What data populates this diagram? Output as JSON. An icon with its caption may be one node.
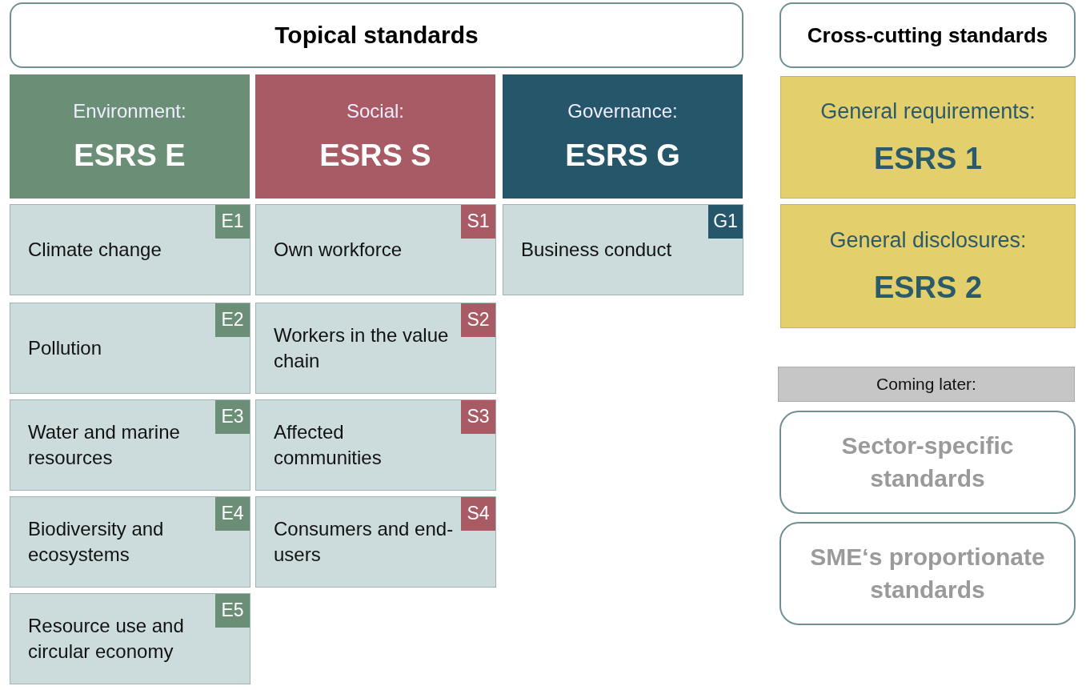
{
  "diagram": {
    "nodes": [
      {
        "text": [
          "Topical standards"
        ]
      },
      {
        "text": [
          "Cross-cutting standards"
        ]
      },
      {
        "text": [
          "Environment:",
          "ESRS E"
        ]
      },
      {
        "text": [
          "Social:",
          "ESRS S"
        ]
      },
      {
        "text": [
          "Governance:",
          "ESRS G"
        ]
      },
      {
        "text": [
          "General requirements:",
          "ESRS 1"
        ]
      },
      {
        "text": [
          "Climate change"
        ]
      },
      {
        "text": [
          "E1"
        ],
        "in": 6
      },
      {
        "text": [
          "Own workforce"
        ]
      },
      {
        "text": [
          "S1"
        ],
        "in": 8
      },
      {
        "text": [
          "Business conduct"
        ]
      },
      {
        "text": [
          "G1"
        ],
        "in": 10
      },
      {
        "text": [
          "General disclosures:",
          "ESRS 2"
        ]
      },
      {
        "text": [
          "Pollution"
        ]
      },
      {
        "text": [
          "E2"
        ],
        "in": 13
      },
      {
        "text": [
          "Workers in the value chain"
        ]
      },
      {
        "text": [
          "S2"
        ],
        "in": 15
      },
      {
        "text": [
          "Coming later:"
        ]
      },
      {
        "text": [
          "Water and marine resources"
        ]
      },
      {
        "text": [
          "E3"
        ],
        "in": 18
      },
      {
        "text": [
          "Affected communities"
        ]
      },
      {
        "text": [
          "S3"
        ],
        "in": 20
      },
      {
        "text": [
          "Sector-specific standards"
        ]
      },
      {
        "text": [
          "Biodiversity and ecosystems"
        ]
      },
      {
        "text": [
          "E4"
        ],
        "in": 23
      },
      {
        "text": [
          "Consumers and end-users"
        ]
      },
      {
        "text": [
          "S4"
        ],
        "in": 25
      },
      {
        "text": [
          "SME‘s proportionate standards"
        ]
      },
      {
        "text": [
          "Resource use and circular economy"
        ]
      },
      {
        "text": [
          "E5"
        ],
        "in": 28
      }
    ]
  }
}
